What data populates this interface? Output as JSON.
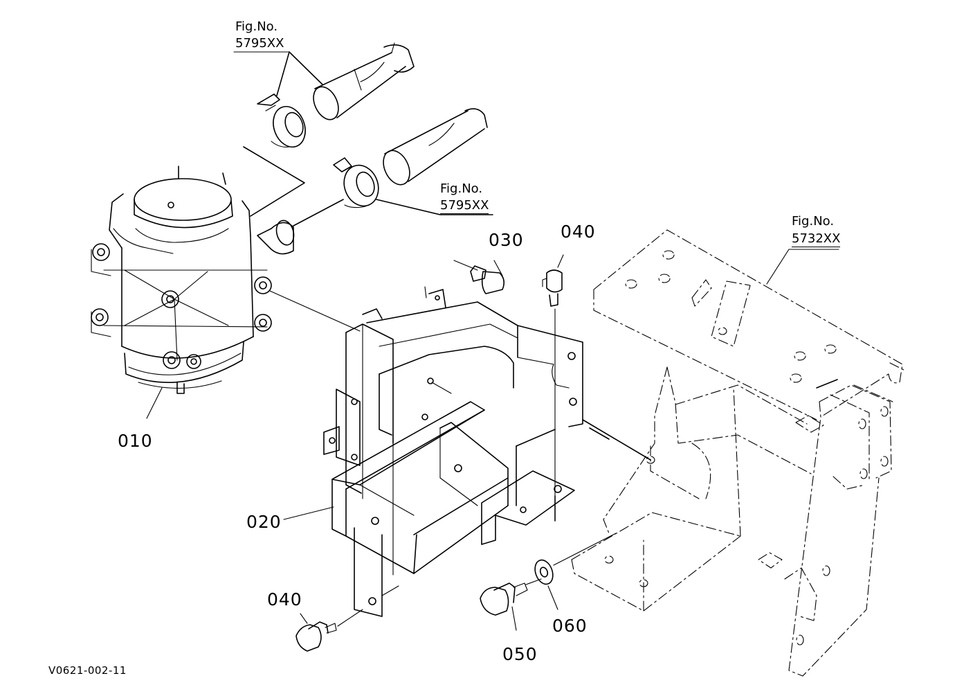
{
  "diagram": {
    "figure_refs": [
      {
        "label": "Fig.No.",
        "number": "5795XX"
      },
      {
        "label": "Fig.No.",
        "number": "5795XX"
      },
      {
        "label": "Fig.No.",
        "number": "5732XX"
      }
    ],
    "parts": [
      "010",
      "020",
      "030",
      "040",
      "040",
      "050",
      "060"
    ],
    "drawing_code": "V0621-002-11"
  }
}
